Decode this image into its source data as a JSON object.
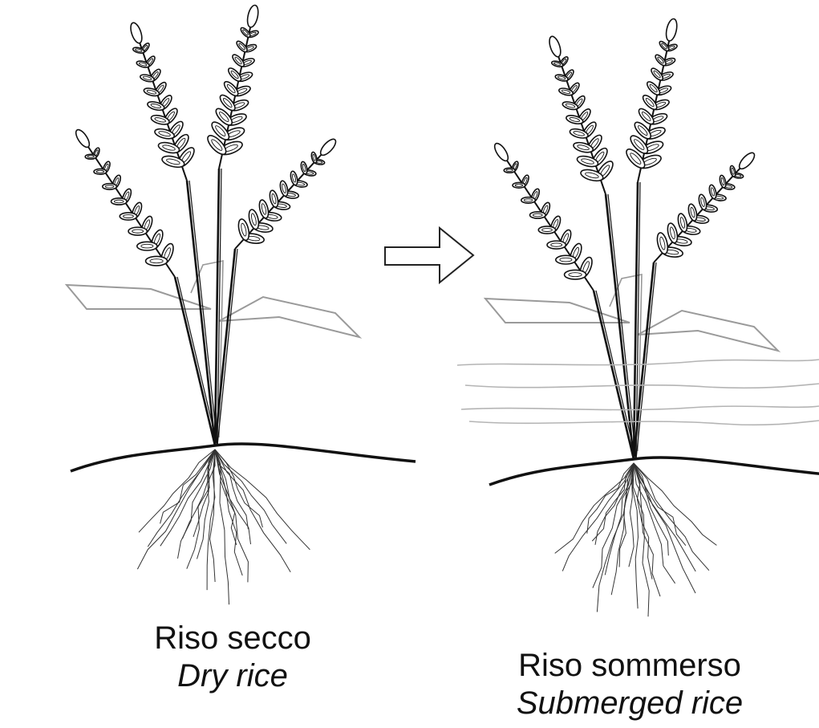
{
  "panels": [
    {
      "id": "dry",
      "label_it": "Riso secco",
      "label_en": "Dry rice",
      "submerged": false
    },
    {
      "id": "submerged",
      "label_it": "Riso sommerso",
      "label_en": "Submerged rice",
      "submerged": true
    }
  ],
  "arrow": {
    "direction": "right",
    "icon": "outline-arrow-right-icon"
  },
  "colors": {
    "ink": "#111111",
    "leaf": "#9a9a9a",
    "water": "#b4b4b4",
    "soil": "#111111",
    "background": "#ffffff"
  }
}
